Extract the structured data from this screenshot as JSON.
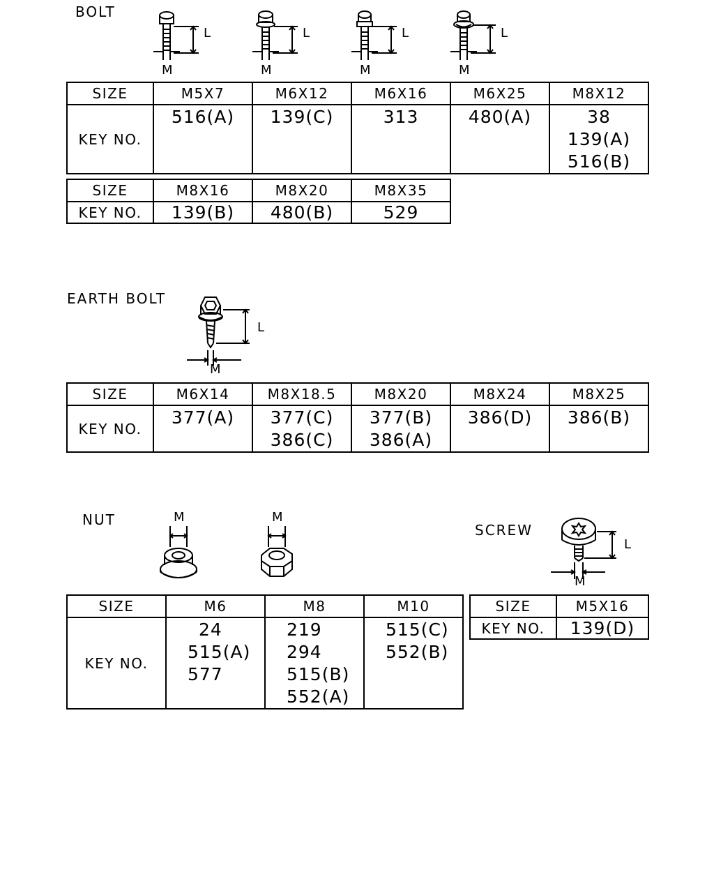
{
  "bolt": {
    "title": "BOLT",
    "dim_l": "L",
    "dim_m": "M",
    "table1": {
      "size_label": "SIZE",
      "key_label": "KEY NO.",
      "sizes": [
        "M5X7",
        "M6X12",
        "M6X16",
        "M6X25",
        "M8X12"
      ],
      "keys": [
        [
          "516(A)"
        ],
        [
          "139(C)"
        ],
        [
          "313"
        ],
        [
          "480(A)"
        ],
        [
          "38",
          "139(A)",
          "516(B)"
        ]
      ]
    },
    "table2": {
      "size_label": "SIZE",
      "key_label": "KEY NO.",
      "sizes": [
        "M8X16",
        "M8X20",
        "M8X35"
      ],
      "keys": [
        [
          "139(B)"
        ],
        [
          "480(B)"
        ],
        [
          "529"
        ]
      ]
    }
  },
  "earth_bolt": {
    "title": "EARTH BOLT",
    "dim_l": "L",
    "dim_m": "M",
    "table": {
      "size_label": "SIZE",
      "key_label": "KEY NO.",
      "sizes": [
        "M6X14",
        "M8X18.5",
        "M8X20",
        "M8X24",
        "M8X25"
      ],
      "keys": [
        [
          "377(A)"
        ],
        [
          "377(C)",
          "386(C)"
        ],
        [
          "377(B)",
          "386(A)"
        ],
        [
          "386(D)"
        ],
        [
          "386(B)"
        ]
      ]
    }
  },
  "nut": {
    "title": "NUT",
    "dim_m": "M",
    "table": {
      "size_label": "SIZE",
      "key_label": "KEY NO.",
      "sizes": [
        "M6",
        "M8",
        "M10"
      ],
      "keys": [
        [
          "24",
          "515(A)",
          "577"
        ],
        [
          "219",
          "294",
          "515(B)",
          "552(A)"
        ],
        [
          "515(C)",
          "552(B)"
        ]
      ]
    }
  },
  "screw": {
    "title": "SCREW",
    "dim_l": "L",
    "dim_m": "M",
    "table": {
      "size_label": "SIZE",
      "key_label": "KEY NO.",
      "sizes": [
        "M5X16"
      ],
      "keys": [
        [
          "139(D)"
        ]
      ]
    }
  }
}
